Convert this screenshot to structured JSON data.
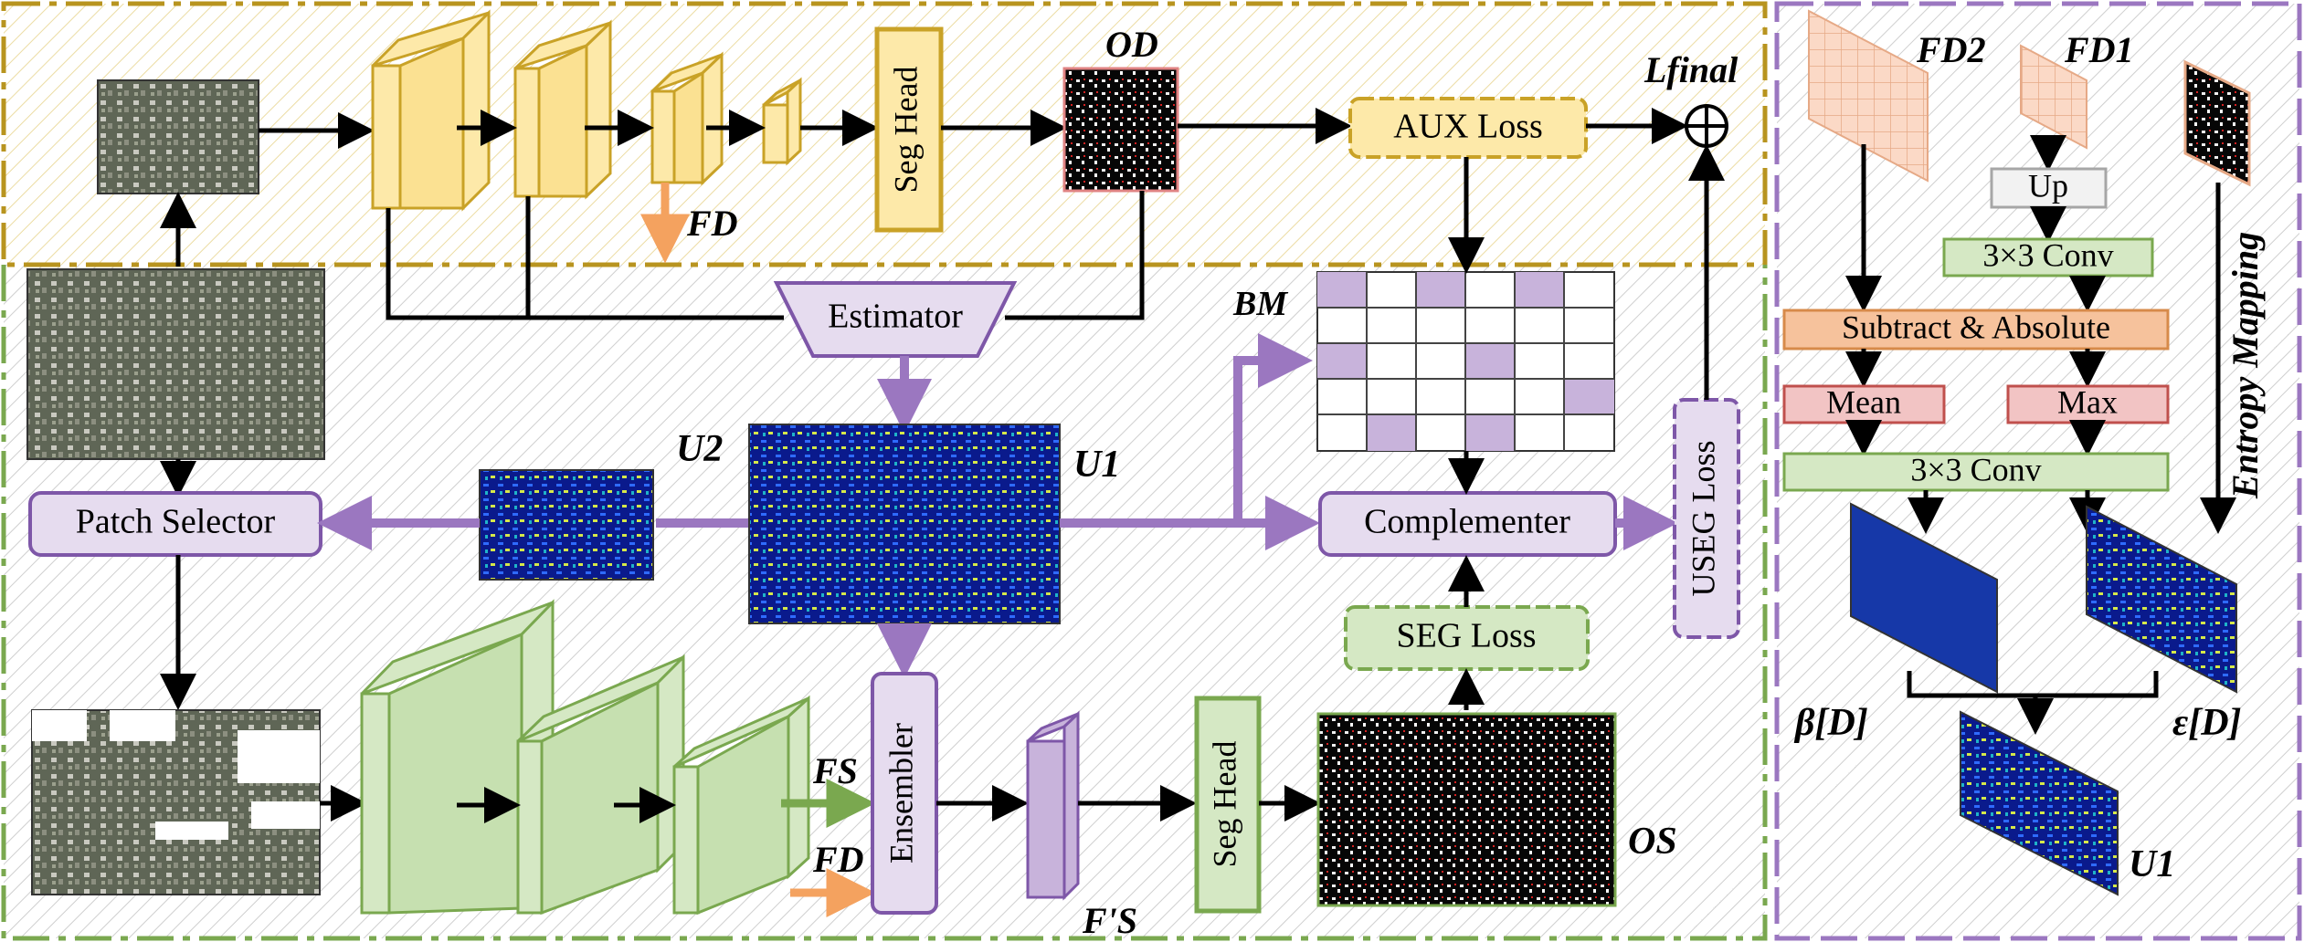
{
  "left_panel": {
    "estimator": "Estimator",
    "seg_head_top": "Seg Head",
    "seg_head_bottom": "Seg Head",
    "aux_loss": "AUX Loss",
    "usseg_loss": "USEG Loss",
    "seg_loss": "SEG Loss",
    "complementer": "Complementer",
    "patch_selector": "Patch Selector",
    "ensembler": "Ensembler",
    "bm_label": "BM",
    "u1_label": "U1",
    "u2_label": "U2",
    "od_label": "OD",
    "os_label": "OS",
    "fd_top_label": "FD",
    "fd_bottom_label": "FD",
    "fs_label": "FS",
    "fs_prime_label": "F'S",
    "lfinal_label": "Lfinal",
    "plus_symbol": "⊕"
  },
  "right_panel": {
    "fd2_label": "FD2",
    "fd1_label": "FD1",
    "up": "Up",
    "conv_top": "3×3 Conv",
    "subtract_absolute": "Subtract & Absolute",
    "mean": "Mean",
    "max": "Max",
    "conv_bottom": "3×3 Conv",
    "entropy_mapping": "Entropy Mapping",
    "beta_label": "β[D]",
    "epsilon_label": "ε[D]",
    "u1_label": "U1"
  },
  "colors": {
    "yellow_box": "#fde9a9",
    "yellow_border": "#c9a227",
    "green_box": "#d5e8c4",
    "green_border": "#7aa84f",
    "purple_box": "#e6dcef",
    "purple_border": "#7e57a8",
    "purple_arrow": "#9b77c0",
    "orange_arrow": "#f4a25f",
    "pink_box": "#f2c4c4",
    "orange_box": "#f6c29c",
    "bm_cell": "#c8b3db",
    "heat_dark": "#0a1a8c",
    "heat_mid": "#2f6bff",
    "heat_hot": "#d6e84a",
    "red_text": "#c00000",
    "orange_text": "#f4a25f"
  },
  "icons": [
    "satellite-image",
    "segmentation-mask",
    "uncertainty-heatmap",
    "feature-block",
    "grid-mask"
  ]
}
